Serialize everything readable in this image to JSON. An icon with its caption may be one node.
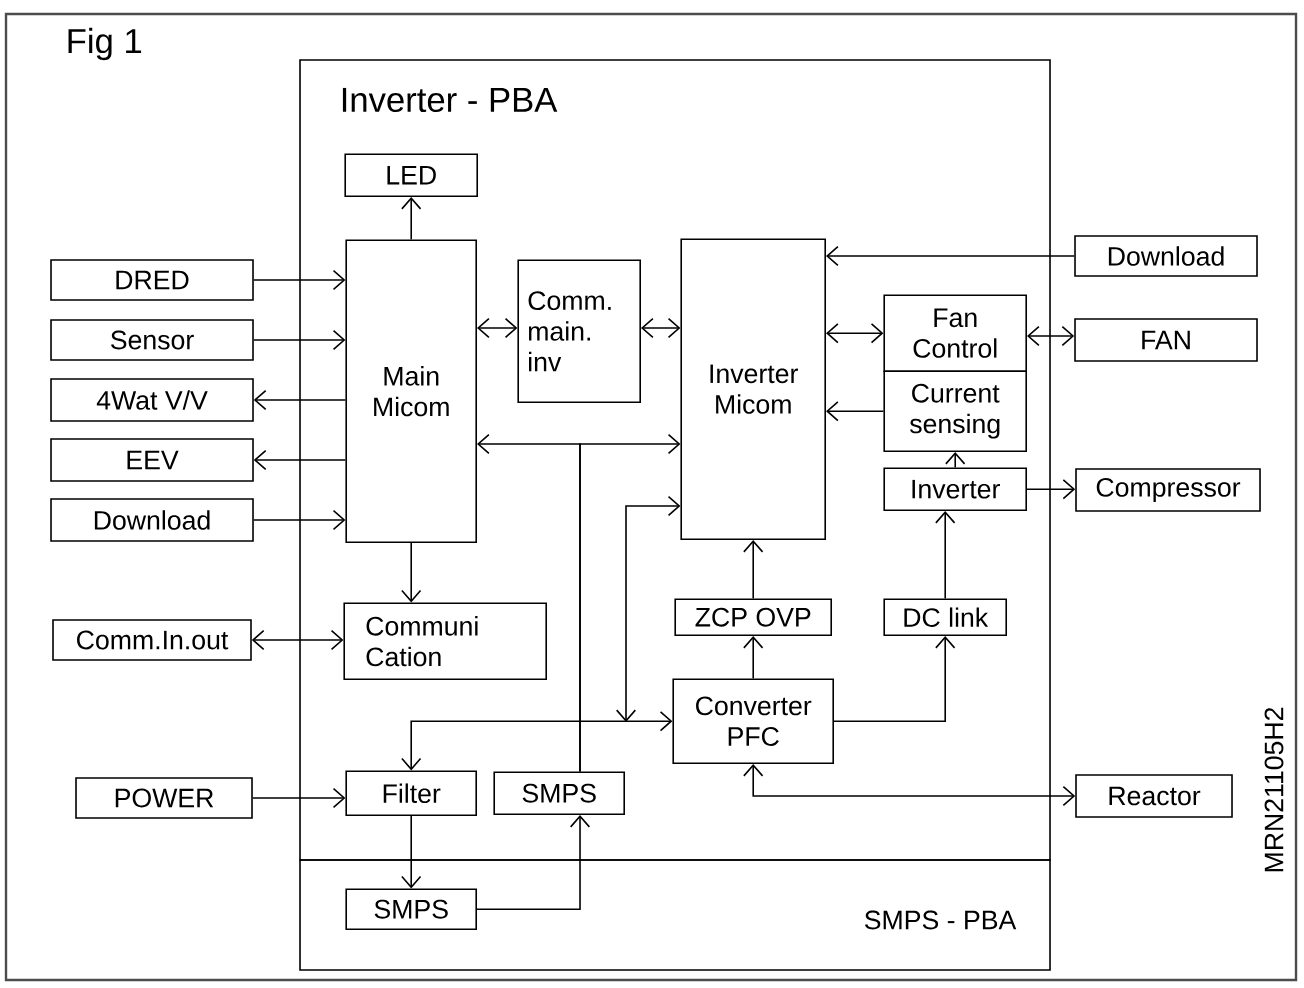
{
  "diagram": {
    "title": "Fig 1",
    "nodes": [
      {
        "text": [
          "Inverter - PBA"
        ]
      },
      {
        "text": [
          "SMPS - PBA"
        ]
      },
      {
        "text": [
          "LED"
        ],
        "in": 0
      },
      {
        "text": [
          "DRED"
        ]
      },
      {
        "text": [
          "Sensor"
        ]
      },
      {
        "text": [
          "4Wat V/V"
        ]
      },
      {
        "text": [
          "EEV"
        ]
      },
      {
        "text": [
          "Download"
        ]
      },
      {
        "text": [
          "Main Micom"
        ],
        "in": 0
      },
      {
        "text": [
          "Comm. main. inv"
        ],
        "in": 0
      },
      {
        "text": [
          "Inverter Micom"
        ],
        "in": 0
      },
      {
        "text": [
          "Download"
        ]
      },
      {
        "text": [
          "Fan Control"
        ],
        "in": 0
      },
      {
        "text": [
          "Current sensing"
        ],
        "in": 0
      },
      {
        "text": [
          "FAN"
        ]
      },
      {
        "text": [
          "Inverter"
        ],
        "in": 0
      },
      {
        "text": [
          "Compressor"
        ]
      },
      {
        "text": [
          "Communi Cation"
        ],
        "in": 0
      },
      {
        "text": [
          "Comm.In.out"
        ]
      },
      {
        "text": [
          "ZCP OVP"
        ],
        "in": 0
      },
      {
        "text": [
          "DC link"
        ],
        "in": 0
      },
      {
        "text": [
          "Converter PFC"
        ],
        "in": 0
      },
      {
        "text": [
          "POWER"
        ]
      },
      {
        "text": [
          "Filter"
        ],
        "in": 0
      },
      {
        "text": [
          "SMPS"
        ],
        "in": 0
      },
      {
        "text": [
          "Reactor"
        ]
      },
      {
        "text": [
          "SMPS"
        ],
        "in": 1
      }
    ],
    "edges": [
      {
        "from": 8,
        "to": 2,
        "arrow": "to"
      },
      {
        "from": 3,
        "to": 8,
        "arrow": "to"
      },
      {
        "from": 4,
        "to": 8,
        "arrow": "to"
      },
      {
        "from": 8,
        "to": 5,
        "arrow": "to"
      },
      {
        "from": 8,
        "to": 6,
        "arrow": "to"
      },
      {
        "from": 7,
        "to": 8,
        "arrow": "to"
      },
      {
        "from": 8,
        "to": 9,
        "arrow": "both"
      },
      {
        "from": 9,
        "to": 10,
        "arrow": "both"
      },
      {
        "from": 11,
        "to": 10,
        "arrow": "to"
      },
      {
        "from": 10,
        "to": 12,
        "arrow": "both"
      },
      {
        "from": 12,
        "to": 14,
        "arrow": "both"
      },
      {
        "from": 13,
        "to": 10,
        "arrow": "to"
      },
      {
        "from": 15,
        "to": 13,
        "arrow": "to"
      },
      {
        "from": 15,
        "to": 16,
        "arrow": "to"
      },
      {
        "from": 20,
        "to": 15,
        "arrow": "to"
      },
      {
        "from": 21,
        "to": 20,
        "arrow": "to"
      },
      {
        "from": 21,
        "to": 19,
        "arrow": "to"
      },
      {
        "from": 19,
        "to": 10,
        "arrow": "to"
      },
      {
        "from": 8,
        "to": 17,
        "arrow": "to"
      },
      {
        "from": 18,
        "to": 17,
        "arrow": "both"
      },
      {
        "from": 22,
        "to": 23,
        "arrow": "to"
      },
      {
        "from": 23,
        "to": 26,
        "arrow": "to"
      },
      {
        "from": 26,
        "to": 24,
        "arrow": "to"
      },
      {
        "from": 24,
        "to": 8,
        "arrow": "to"
      },
      {
        "from": 24,
        "to": 10,
        "arrow": "to"
      },
      {
        "from": 23,
        "to": 21,
        "arrow": "both"
      },
      {
        "from": 10,
        "to": 21,
        "arrow": "both"
      },
      {
        "from": 21,
        "to": 25,
        "arrow": "both"
      }
    ],
    "labels": [
      "MRN21105H2"
    ]
  }
}
